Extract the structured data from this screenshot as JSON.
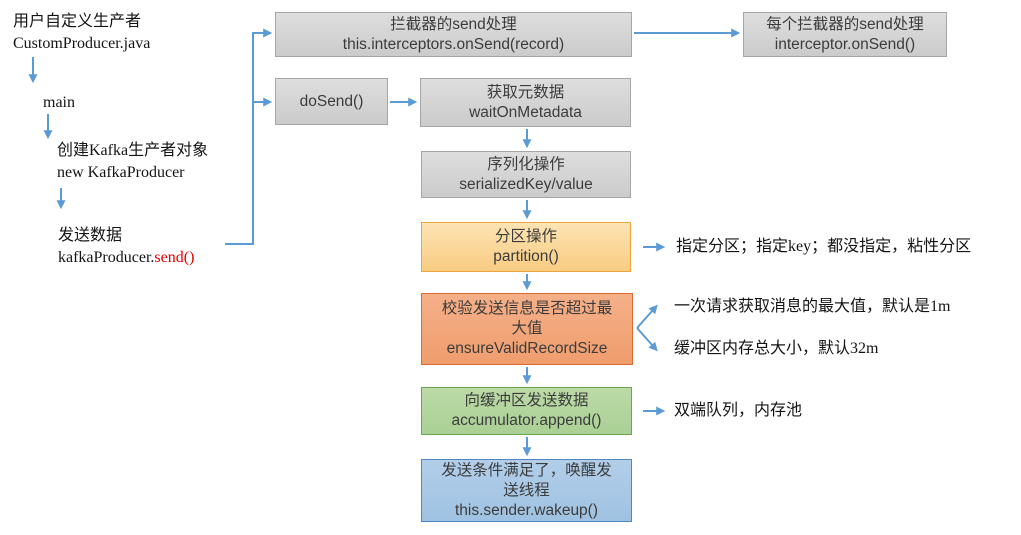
{
  "left_flow": {
    "user_producer_line1": "用户自定义生产者",
    "user_producer_line2": "CustomProducer.java",
    "main_label": "main",
    "create_line1": "创建Kafka生产者对象",
    "create_line2": "new KafkaProducer",
    "send_line1": "发送数据",
    "send_code_prefix": "kafkaProducer.",
    "send_code_red": "send()"
  },
  "boxes": {
    "interceptors": {
      "line1": "拦截器的send处理",
      "line2": "this.interceptors.onSend(record)"
    },
    "each_interceptor": {
      "line1": "每个拦截器的send处理",
      "line2": "interceptor.onSend()"
    },
    "dosend": {
      "line1": "doSend()"
    },
    "metadata": {
      "line1": "获取元数据",
      "line2": "waitOnMetadata"
    },
    "serialize": {
      "line1": "序列化操作",
      "line2": "serializedKey/value"
    },
    "partition": {
      "line1": "分区操作",
      "line2": "partition()"
    },
    "validate": {
      "line1": "校验发送信息是否超过最大值",
      "line2": "ensureValidRecordSize"
    },
    "accumulator": {
      "line1": "向缓冲区发送数据",
      "line2": "accumulator.append()"
    },
    "wakeup": {
      "line1": "发送条件满足了，唤醒发送线程",
      "line2": "this.sender.wakeup()"
    }
  },
  "annotations": {
    "partition_note": "指定分区；指定key；都没指定，粘性分区",
    "validate_note_top": "一次请求获取消息的最大值，默认是1m",
    "validate_note_bottom": "缓冲区内存总大小，默认32m",
    "accumulator_note": "双端队列，内存池"
  },
  "colors": {
    "arrow_blue": "#5B9BD5",
    "box_gray_fill": "#D5D5D5",
    "box_gray_border": "#A6A6A6",
    "box_yellow_fill": "#FAD79B",
    "box_yellow_border": "#EFA53E",
    "box_orange_fill": "#F2A77C",
    "box_orange_border": "#DF6A31",
    "box_green_fill": "#B3D59E",
    "box_green_border": "#6BA84D",
    "box_blue_fill": "#A9C8E6",
    "box_blue_border": "#4F87C3",
    "send_red": "#E60000",
    "text_dark": "#3C3C3C"
  }
}
